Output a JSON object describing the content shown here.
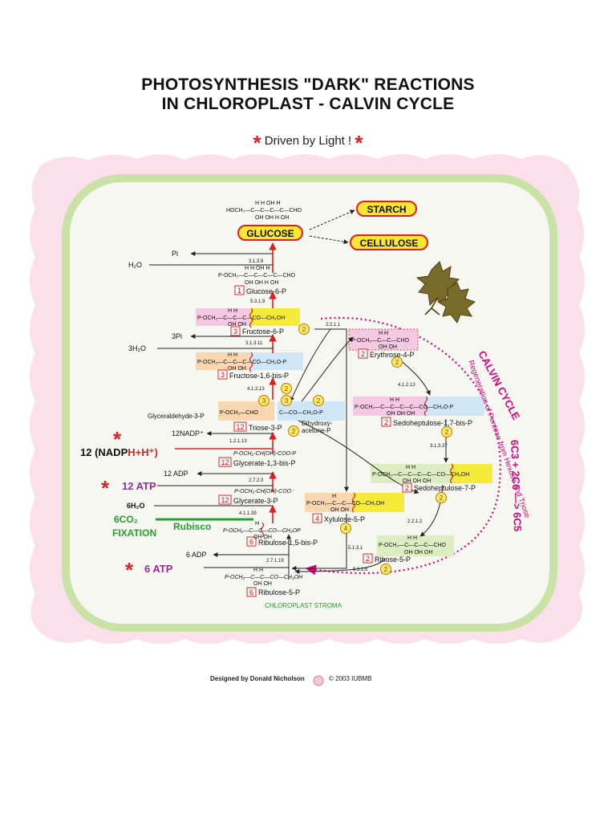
{
  "title": {
    "line1": "PHOTOSYNTHESIS  \"DARK\" REACTIONS",
    "line2": "IN CHLOROPLAST - CALVIN CYCLE"
  },
  "subtitle": {
    "star": "*",
    "text": "Driven by Light !"
  },
  "products": {
    "glucose": "GLUCOSE",
    "starch": "STARCH",
    "cellulose": "CELLULOSE"
  },
  "structures": {
    "glucose_free": "HOCH₂—C—C—C—C—CHO",
    "glucose_free_top": "H   H  OH H",
    "glucose_free_bottom": "OH OH H  OH",
    "glucose6p": "P-OCH₂—C—C—C—C—CHO",
    "glucose6p_top": "H   H  OH H",
    "glucose6p_bottom": "OH OH H  OH",
    "fructose6p": "P-OCH₂—C—C—C—CO—CH₂OH",
    "fructose16bisp": "P-OCH₂—C—C—C—CO—CH₂O-P",
    "erythrose4p": "P-OCH₂—C—C—CHO",
    "sedohept17bisp": "P-OCH₂—C—C—C—C—CO—CH₂O-P",
    "sedohept7p": "P-OCH₂—C—C—C—C—CO—CH₂OH",
    "glyceraldehyde3p": "P-OCH₂—CHO",
    "dihydroxyacetone": "C—CO—CH₂O-P",
    "glycerate13bisp": "P-OCH₂-CH(OH)-COO-P",
    "glycerate3p": "P-OCH₂-CH(OH)-COO⁻",
    "ribulose15bisp": "P-OCH₂—C—C—CO—CH₂OP",
    "xylulose5p": "P-OCH₂—C—C—CO—CH₂OH",
    "ribose5p": "P-OCH₂—C—C—C—CHO",
    "ribulose5p": "P-OCH₂—C—C—CO—CH₂OH",
    "hh_top": "H  H",
    "ohoh_bottom": "OH OH",
    "ohoh3_bottom": "OH OH OH",
    "h_top": "H",
    "oh_bottom": "OH"
  },
  "compounds": [
    {
      "num": "1",
      "name": "Glucose-6-P"
    },
    {
      "num": "3",
      "name": "Fructose-6-P"
    },
    {
      "num": "3",
      "name": "Fructose-1,6-bis-P"
    },
    {
      "num": "12",
      "name": "Triose-3-P"
    },
    {
      "num": "12",
      "name": "Glycerate-1,3-bis-P"
    },
    {
      "num": "12",
      "name": "Glycerate-3-P"
    },
    {
      "num": "6",
      "name": "Ribulose-1,5-bis-P"
    },
    {
      "num": "6",
      "name": "Ribulose-5-P"
    },
    {
      "num": "2",
      "name": "Erythrose-4-P"
    },
    {
      "num": "2",
      "name": "Sedoheptulose-1,7-bis-P"
    },
    {
      "num": "2",
      "name": "Sedoheptulose-7-P"
    },
    {
      "num": "4",
      "name": "Xylulose-5-P"
    },
    {
      "num": "2",
      "name": "Ribose-5-P"
    }
  ],
  "labels": {
    "glyceraldehyde": "Glyceraldehyde-3-P",
    "dihydroxy": "Dihydroxy-",
    "acetone": "acetone-P",
    "pi": "Pi",
    "h2o": "H₂O",
    "three_pi": "3Pi",
    "three_h2o": "3H₂O",
    "nadp": "12NADP⁺",
    "nadph_prefix": "12 (NADP",
    "nadph_suffix": "H+H⁺)",
    "adp12": "12 ADP",
    "atp12": "12 ATP",
    "h2o6": "6H₂O",
    "co2": "6CO₂",
    "fixation": "FIXATION",
    "rubisco": "Rubisco",
    "adp6": "6 ADP",
    "atp6": "6 ATP",
    "stroma": "CHLOROPLAST STROMA",
    "calvin": "CALVIN CYCLE",
    "regen": "Regeneration of Pentose from Hexose and Triose",
    "equation": "6C3 + 2C6 —> 6C5"
  },
  "ec": {
    "e1": "3.1.3.9",
    "e2": "5.3.1.9",
    "e3": "3.1.3.11",
    "e4": "4.1.2.13",
    "e5": "1.2.1.13",
    "e6": "2.7.2.3",
    "e7": "4.1.1.39",
    "e8": "2.7.1.19",
    "e9": "2.2.1.1",
    "e10": "4.1.2.13",
    "e11": "3.1.3.37",
    "e12": "2.2.1.2",
    "e13": "5.1.3.1",
    "e14": "5.3.1.6"
  },
  "stoich": {
    "s2": "2",
    "s3": "3",
    "s4": "4"
  },
  "footer": {
    "designed": "Designed by Donald Nicholson",
    "copyright": "© 2003  IUBMB"
  },
  "colors": {
    "outer_pink": "#fbe0ec",
    "chloroplast_border": "#c9e3a7",
    "chloroplast_fill": "#f7f7f1",
    "arrow_red": "#e02020",
    "calvin_magenta": "#e0007a",
    "fixation_green": "#25a02f",
    "atp_purple": "#9a2aa0",
    "product_yellow": "#f7e632",
    "hl_pink": "#f6c9e3",
    "hl_yellow": "#f6ea3a",
    "hl_blue": "#cfe6f6",
    "hl_peach": "#f7d6b0",
    "hl_green": "#dcedc2",
    "stoich_fill": "#fbe96a"
  }
}
